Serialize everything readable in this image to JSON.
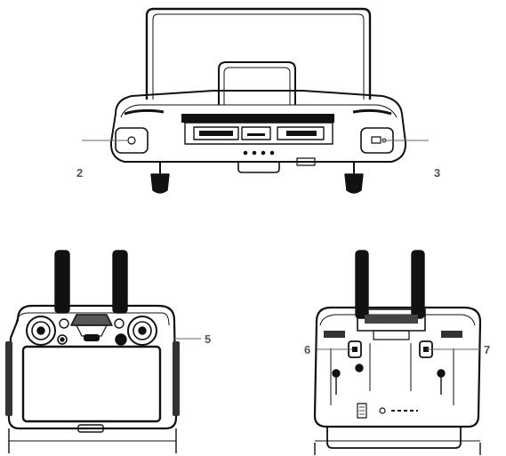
{
  "callouts": [
    {
      "number": "2"
    },
    {
      "number": "3"
    },
    {
      "number": "5"
    },
    {
      "number": "6"
    },
    {
      "number": "7"
    }
  ],
  "colors": {
    "line": "#111111",
    "callout_text": "#555555",
    "screen": "#ffffff",
    "background": "#ffffff"
  },
  "views": [
    {
      "id": "top-view",
      "icon": "remote-controller-top-view-icon"
    },
    {
      "id": "front-view",
      "icon": "remote-controller-front-view-icon"
    },
    {
      "id": "back-view",
      "icon": "remote-controller-back-view-icon"
    }
  ]
}
